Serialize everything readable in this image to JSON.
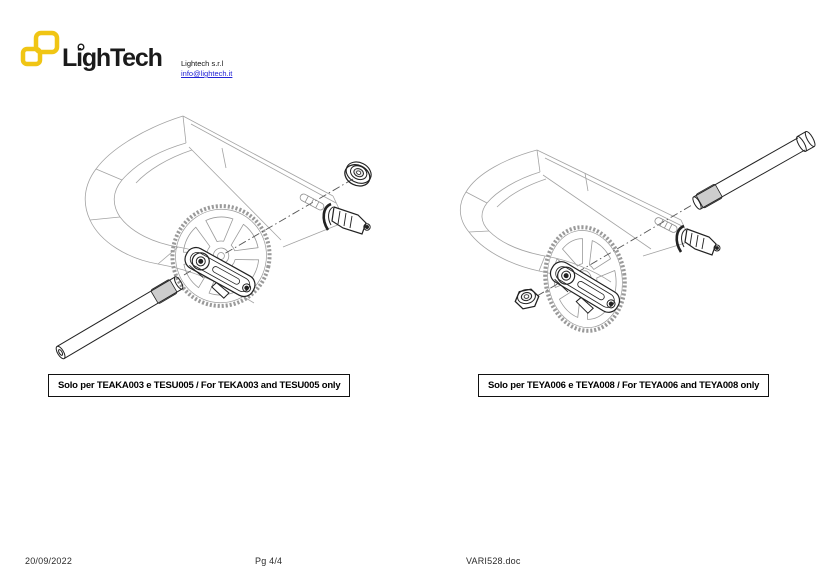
{
  "page": {
    "background": "#ffffff"
  },
  "header": {
    "logo_text": "LighTech",
    "brand_yellow": "#F0C514",
    "company_name": "Lightech s.r.l",
    "email_link": "info@lightech.it"
  },
  "figures": [
    {
      "caption": "Solo per TEAKA003 e TESU005 / For TEKA003 and TESU005 only"
    },
    {
      "caption": "Solo per TEYA006 e TEYA008 / For TEYA006 and TEYA008 only"
    }
  ],
  "footer": {
    "date": "20/09/2022",
    "page_number": "Pg 4/4",
    "file_name": "VARI528.doc"
  }
}
